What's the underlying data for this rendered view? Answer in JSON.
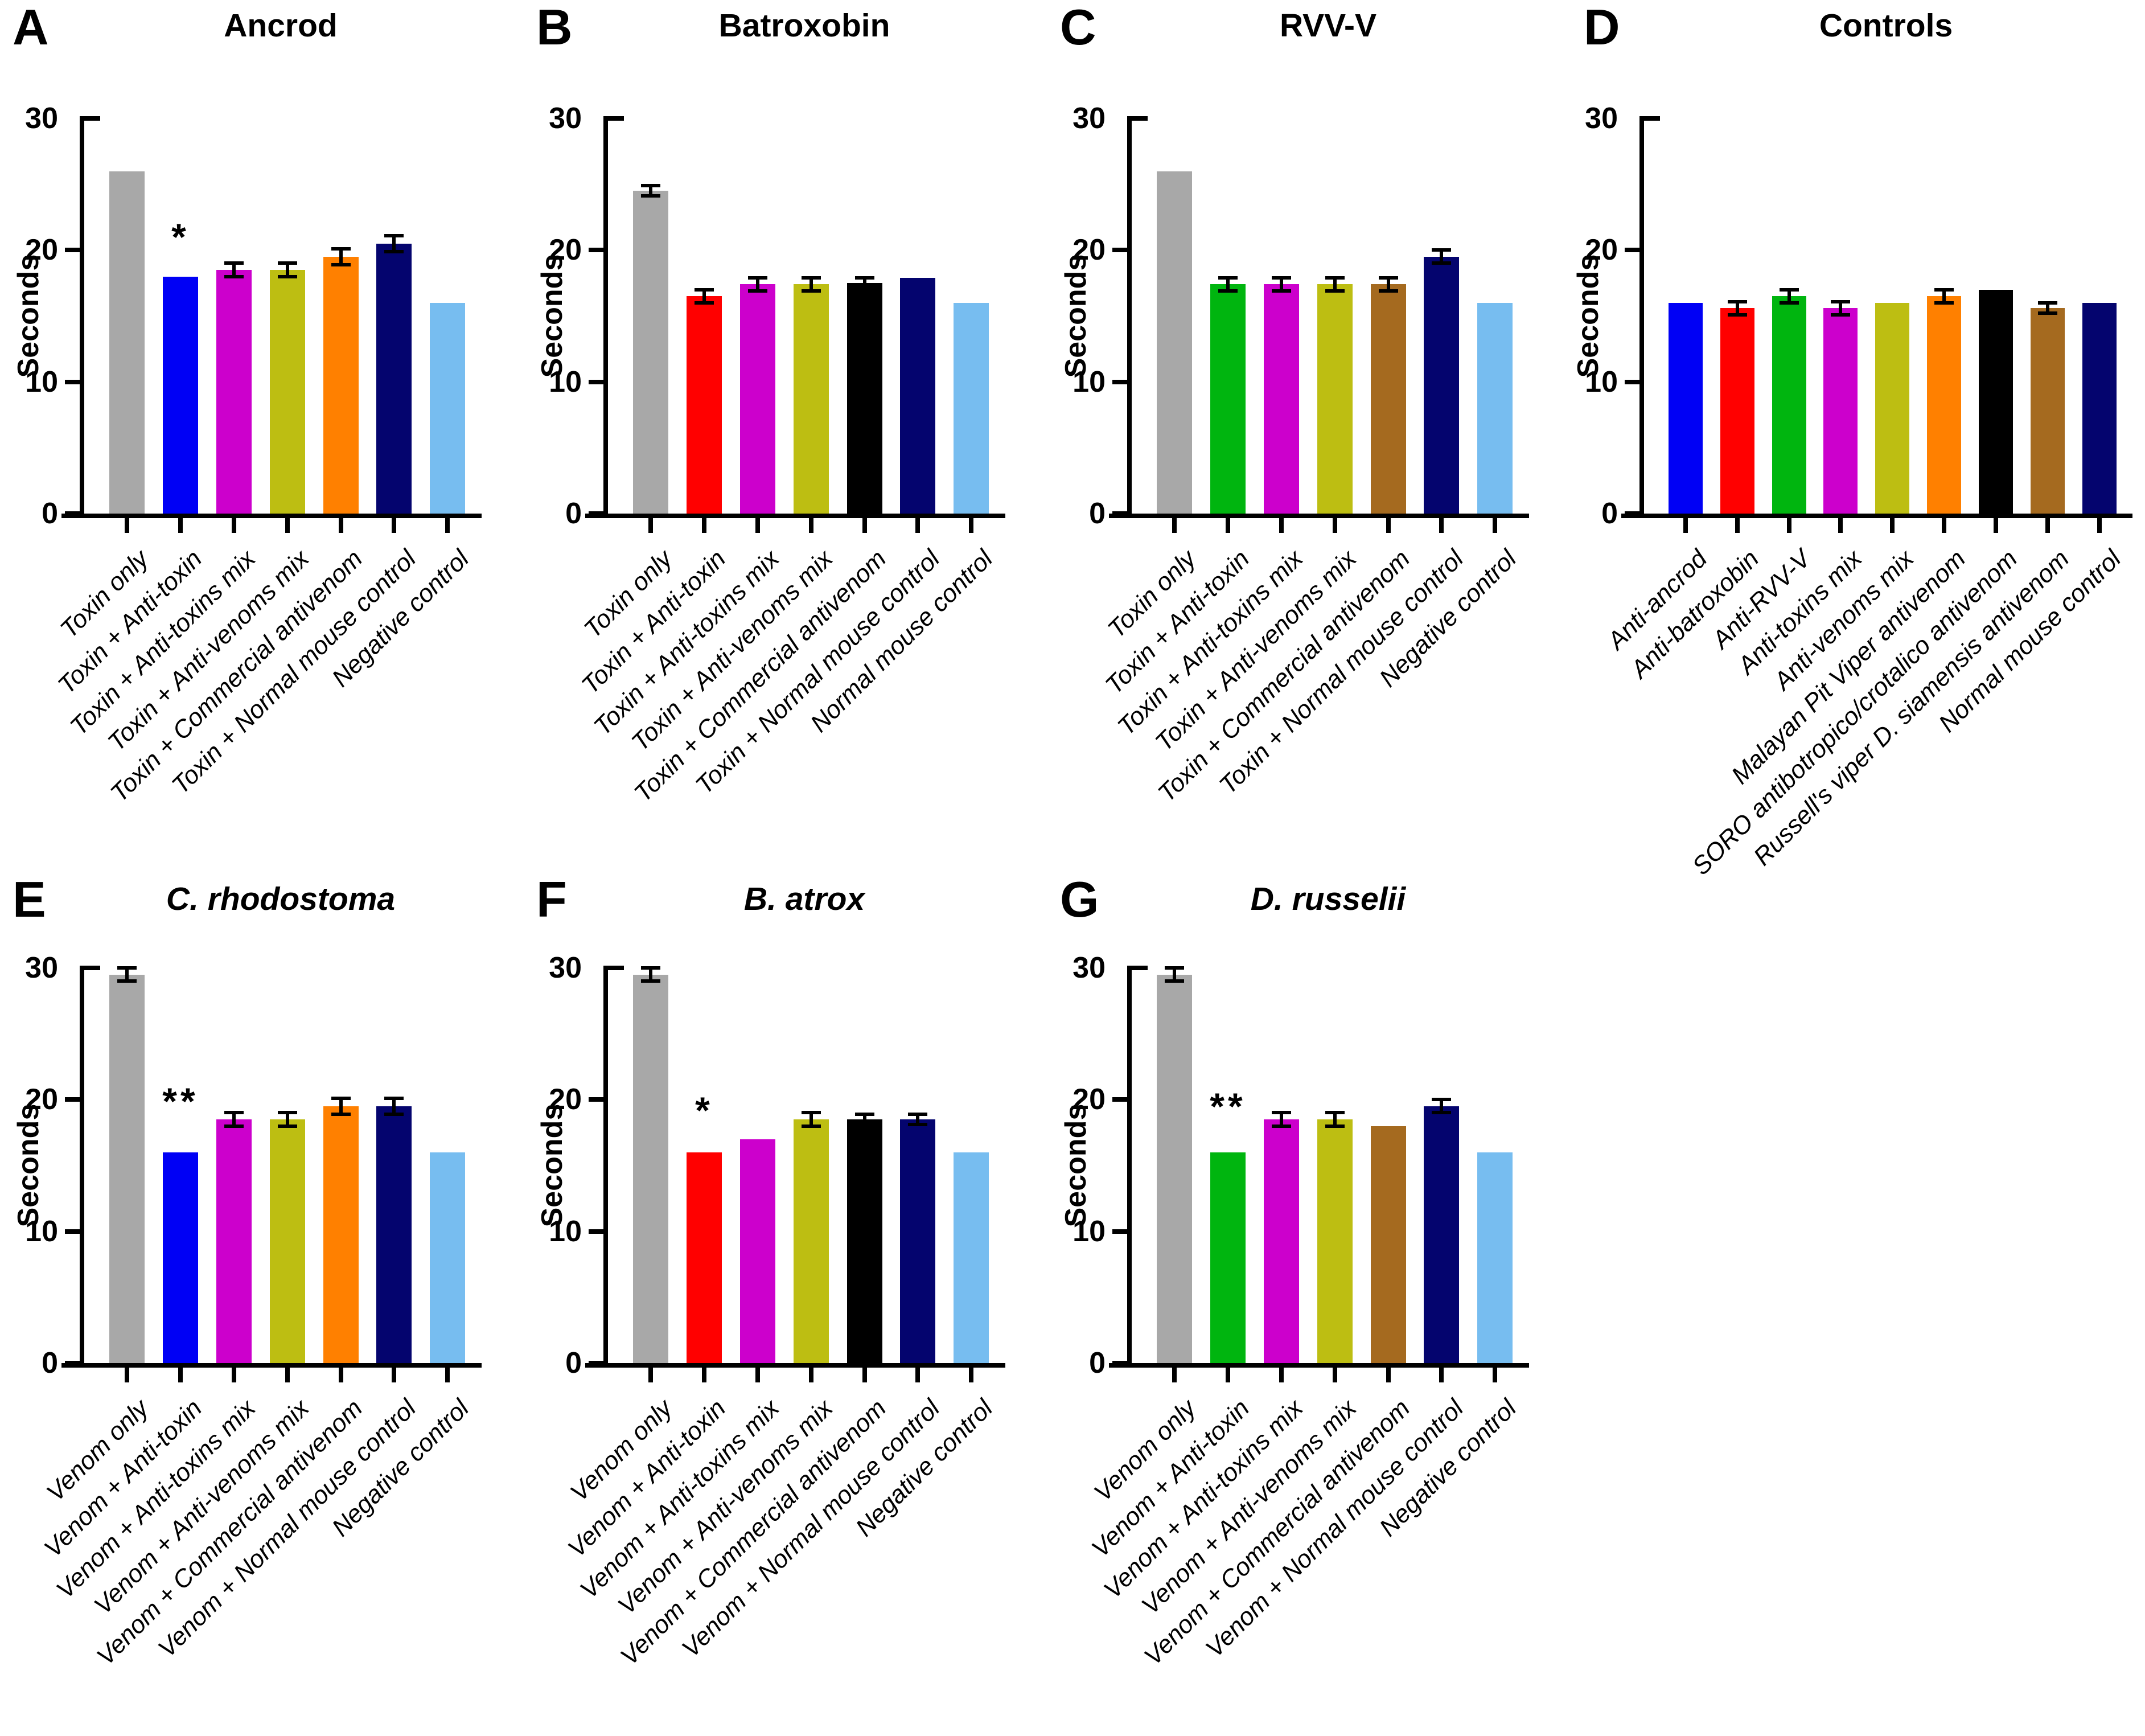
{
  "figure": {
    "background": "#FFFFFF",
    "panel_count": 7,
    "y_axis_title": "Seconds"
  },
  "chart_data": [
    {
      "letter": "A",
      "title": "Ancrod",
      "italic_title": false,
      "type": "bar",
      "ylabel": "Seconds",
      "ylim": [
        0,
        30
      ],
      "yticks": [
        0,
        10,
        20,
        30
      ],
      "grid": false,
      "categories": [
        "Toxin only",
        "Toxin + Anti-toxin",
        "Toxin + Anti-toxins mix",
        "Toxin + Anti-venoms mix",
        "Toxin + Commercial antivenom",
        "Toxin + Normal mouse control",
        "Negative control"
      ],
      "values": [
        26,
        18,
        18.5,
        18.5,
        19.5,
        20.5,
        16
      ],
      "errors": [
        0,
        0,
        0.5,
        0.5,
        0.6,
        0.6,
        0
      ],
      "bar_colors": [
        "#A8A8A8",
        "#0000F5",
        "#CC00CC",
        "#BDBE12",
        "#FF8000",
        "#04046E",
        "#77BDF0"
      ],
      "significance": {
        "bar_index": 1,
        "label": "*",
        "y": 21.3
      }
    },
    {
      "letter": "B",
      "title": "Batroxobin",
      "italic_title": false,
      "type": "bar",
      "ylabel": "Seconds",
      "ylim": [
        0,
        30
      ],
      "yticks": [
        0,
        10,
        20,
        30
      ],
      "grid": false,
      "categories": [
        "Toxin only",
        "Toxin + Anti-toxin",
        "Toxin + Anti-toxins mix",
        "Toxin + Anti-venoms mix",
        "Toxin + Commercial antivenom",
        "Toxin + Normal mouse control",
        "Normal mouse control"
      ],
      "values": [
        24.5,
        16.5,
        17.4,
        17.4,
        17.5,
        17.9,
        16
      ],
      "errors": [
        0.4,
        0.5,
        0.5,
        0.5,
        0.4,
        0,
        0
      ],
      "bar_colors": [
        "#A8A8A8",
        "#FF0000",
        "#CC00CC",
        "#BDBE12",
        "#000000",
        "#04046E",
        "#77BDF0"
      ],
      "significance": null
    },
    {
      "letter": "C",
      "title": "RVV-V",
      "italic_title": false,
      "type": "bar",
      "ylabel": "Seconds",
      "ylim": [
        0,
        30
      ],
      "yticks": [
        0,
        10,
        20,
        30
      ],
      "grid": false,
      "categories": [
        "Toxin only",
        "Toxin + Anti-toxin",
        "Toxin + Anti-toxins mix",
        "Toxin + Anti-venoms mix",
        "Toxin + Commercial antivenom",
        "Toxin + Normal mouse control",
        "Negative control"
      ],
      "values": [
        26,
        17.4,
        17.4,
        17.4,
        17.4,
        19.5,
        16
      ],
      "errors": [
        0,
        0.5,
        0.5,
        0.5,
        0.5,
        0.5,
        0
      ],
      "bar_colors": [
        "#A8A8A8",
        "#00B50F",
        "#CC00CC",
        "#BDBE12",
        "#A56A1F",
        "#04046E",
        "#77BDF0"
      ],
      "significance": null
    },
    {
      "letter": "D",
      "title": "Controls",
      "italic_title": false,
      "type": "bar",
      "ylabel": "Seconds",
      "ylim": [
        0,
        30
      ],
      "yticks": [
        0,
        10,
        20,
        30
      ],
      "grid": false,
      "categories": [
        "Anti-ancrod",
        "Anti-batroxobin",
        "Anti-RVV-V",
        "Anti-toxins mix",
        "Anti-venoms mix",
        "Malayan Pit Viper antivenom",
        "SORO antibotropico/crotalico antivenom",
        "Russell's viper D. siamensis antivenom",
        "Normal mouse control"
      ],
      "values": [
        16,
        15.6,
        16.5,
        15.6,
        16,
        16.5,
        17,
        15.6,
        16
      ],
      "errors": [
        0,
        0.5,
        0.5,
        0.5,
        0,
        0.5,
        0,
        0.4,
        0
      ],
      "bar_colors": [
        "#0000F5",
        "#FF0000",
        "#00B50F",
        "#CC00CC",
        "#BDBE12",
        "#FF8000",
        "#000000",
        "#A56A1F",
        "#04046E"
      ],
      "significance": null
    },
    {
      "letter": "E",
      "title": "C. rhodostoma",
      "italic_title": true,
      "type": "bar",
      "ylabel": "Seconds",
      "ylim": [
        0,
        30
      ],
      "yticks": [
        0,
        10,
        20,
        30
      ],
      "grid": false,
      "categories": [
        "Venom only",
        "Venom + Anti-toxin",
        "Venom + Anti-toxins mix",
        "Venom + Anti-venoms mix",
        "Venom + Commercial antivenom",
        "Venom + Normal mouse control",
        "Negative control"
      ],
      "values": [
        29.5,
        16,
        18.5,
        18.5,
        19.5,
        19.5,
        16
      ],
      "errors": [
        0.5,
        0,
        0.5,
        0.5,
        0.6,
        0.6,
        0
      ],
      "bar_colors": [
        "#A8A8A8",
        "#0000F5",
        "#CC00CC",
        "#BDBE12",
        "#FF8000",
        "#04046E",
        "#77BDF0"
      ],
      "significance": {
        "bar_index": 1,
        "label": "**",
        "y": 20.2
      }
    },
    {
      "letter": "F",
      "title": "B. atrox",
      "italic_title": true,
      "type": "bar",
      "ylabel": "Seconds",
      "ylim": [
        0,
        30
      ],
      "yticks": [
        0,
        10,
        20,
        30
      ],
      "grid": false,
      "categories": [
        "Venom only",
        "Venom + Anti-toxin",
        "Venom + Anti-toxins mix",
        "Venom + Anti-venoms mix",
        "Venom + Commercial antivenom",
        "Venom + Normal mouse control",
        "Negative control"
      ],
      "values": [
        29.5,
        16,
        17,
        18.5,
        18.5,
        18.5,
        16
      ],
      "errors": [
        0.5,
        0,
        0,
        0.5,
        0.4,
        0.4,
        0
      ],
      "bar_colors": [
        "#A8A8A8",
        "#FF0000",
        "#CC00CC",
        "#BDBE12",
        "#000000",
        "#04046E",
        "#77BDF0"
      ],
      "significance": {
        "bar_index": 1,
        "label": "*",
        "y": 19.5
      }
    },
    {
      "letter": "G",
      "title": "D. russelii",
      "italic_title": true,
      "type": "bar",
      "ylabel": "Seconds",
      "ylim": [
        0,
        30
      ],
      "yticks": [
        0,
        10,
        20,
        30
      ],
      "grid": false,
      "categories": [
        "Venom only",
        "Venom + Anti-toxin",
        "Venom + Anti-toxins mix",
        "Venom + Anti-venoms mix",
        "Venom + Commercial antivenom",
        "Venom + Normal mouse control",
        "Negative control"
      ],
      "values": [
        29.5,
        16,
        18.5,
        18.5,
        18,
        19.5,
        16
      ],
      "errors": [
        0.5,
        0,
        0.5,
        0.5,
        0,
        0.5,
        0
      ],
      "bar_colors": [
        "#A8A8A8",
        "#00B50F",
        "#CC00CC",
        "#BDBE12",
        "#A56A1F",
        "#04046E",
        "#77BDF0"
      ],
      "significance": {
        "bar_index": 1,
        "label": "**",
        "y": 19.8
      }
    }
  ]
}
